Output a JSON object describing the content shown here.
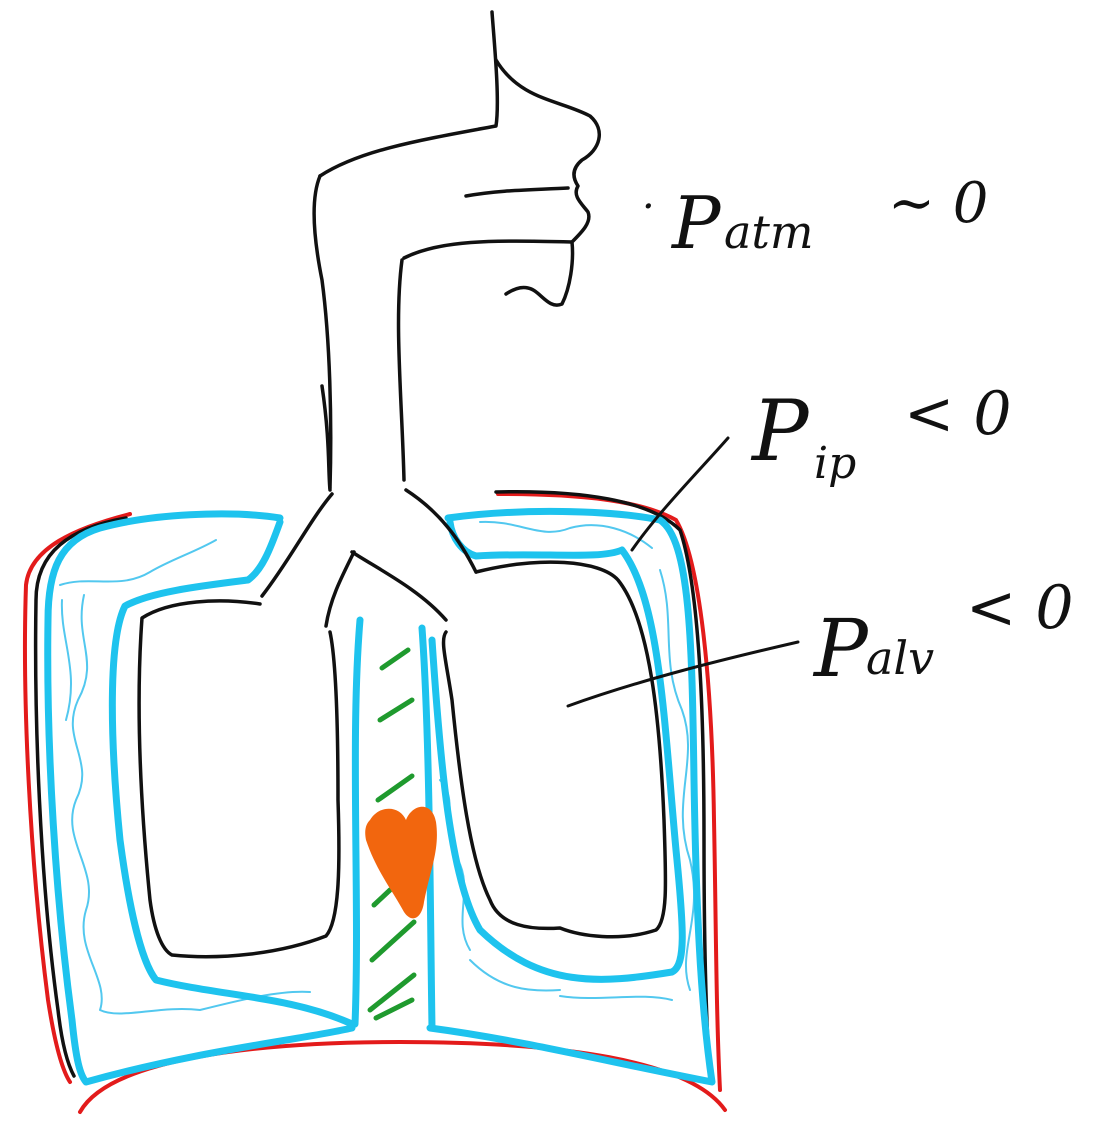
{
  "colors": {
    "outline": "#111111",
    "pleura": "#1ec3ee",
    "pleural_fluid": "#52c8ef",
    "chest_wall": "#e31b1b",
    "mediastinum_hatch": "#1f9a2e",
    "heart": "#f2660e",
    "background": "#ffffff"
  },
  "labels": {
    "atm": {
      "prefix": "·",
      "symbol": "P",
      "sub": "atm",
      "relation": "∼ 0"
    },
    "ip": {
      "symbol": "P",
      "sub": "ip",
      "relation": "< 0"
    },
    "alv": {
      "symbol": "P",
      "sub": "alv",
      "relation": "< 0"
    }
  }
}
